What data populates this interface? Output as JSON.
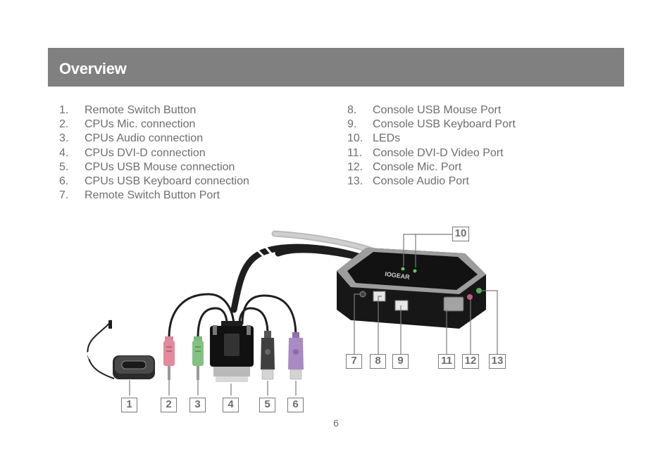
{
  "header": {
    "title": "Overview"
  },
  "list_left": [
    {
      "num": "1.",
      "label": "Remote Switch Button"
    },
    {
      "num": "2.",
      "label": "CPUs Mic. connection"
    },
    {
      "num": "3.",
      "label": "CPUs Audio connection"
    },
    {
      "num": "4.",
      "label": "CPUs DVI-D connection"
    },
    {
      "num": "5.",
      "label": "CPUs USB Mouse connection"
    },
    {
      "num": "6.",
      "label": "CPUs USB Keyboard connection"
    },
    {
      "num": "7.",
      "label": "Remote Switch Button Port"
    }
  ],
  "list_right": [
    {
      "num": "8.",
      "label": "Console USB Mouse Port"
    },
    {
      "num": "9.",
      "label": "Console USB Keyboard Port"
    },
    {
      "num": "10.",
      "label": "LEDs"
    },
    {
      "num": "11.",
      "label": "Console DVI-D Video Port"
    },
    {
      "num": "12.",
      "label": "Console Mic. Port"
    },
    {
      "num": "13.",
      "label": "Console Audio Port"
    }
  ],
  "callouts": {
    "c1": "1",
    "c2": "2",
    "c3": "3",
    "c4": "4",
    "c5": "5",
    "c6": "6",
    "c7": "7",
    "c8": "8",
    "c9": "9",
    "c10": "10",
    "c11": "11",
    "c12": "12",
    "c13": "13"
  },
  "device": {
    "brand": "IOGEAR"
  },
  "colors": {
    "header": "#808080",
    "text": "#6d6e71",
    "mic_pink": "#e48a9c",
    "audio_green": "#7fbf7f",
    "ps2_purple": "#a98bc4"
  },
  "page_number": "6"
}
